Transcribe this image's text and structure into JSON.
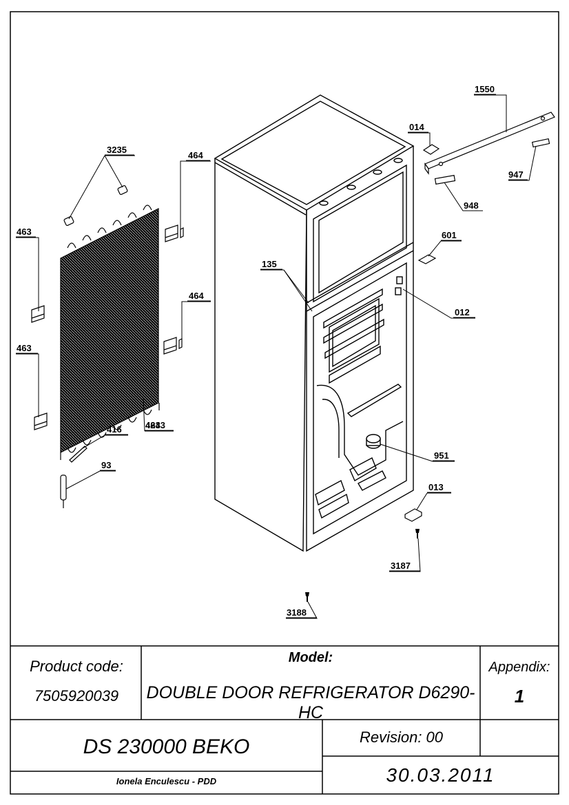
{
  "part_labels": [
    "1550",
    "014",
    "947",
    "948",
    "3235",
    "464",
    "463",
    "601",
    "135",
    "012",
    "464",
    "463",
    "464",
    "4233",
    "416",
    "93",
    "951",
    "013",
    "3187",
    "3188"
  ],
  "title_block": {
    "product_code_label": "Product code:",
    "product_code_value": "7505920039",
    "model_label": "Model:",
    "model_value": "DOUBLE DOOR REFRIGERATOR D6290-HC",
    "appendix_label": "Appendix:",
    "appendix_value": "1",
    "document_number": "DS 230000 BEKO",
    "revision": "Revision: 00",
    "date": "30.03.2011",
    "author": "Ionela Enculescu - PDD"
  }
}
